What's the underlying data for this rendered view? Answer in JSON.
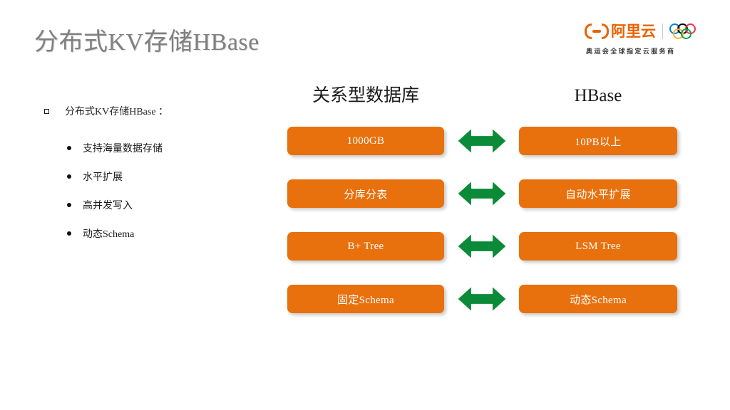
{
  "slide": {
    "title": "分布式KV存储HBase",
    "background_color": "#ffffff",
    "title_color": "#808080"
  },
  "brand": {
    "logo_icon": "alibaba-cloud-logo-icon",
    "name_cn": "阿里云",
    "rings_icon": "olympic-rings-icon",
    "tagline": "奥运会全球指定云服务商",
    "brand_color": "#eb6100"
  },
  "bullets": {
    "lead": {
      "marker": "hollow-square",
      "text": "分布式KV存储HBase ："
    },
    "items": [
      {
        "marker": "filled-circle",
        "text": "支持海量数据存储"
      },
      {
        "marker": "filled-circle",
        "text": "水平扩展"
      },
      {
        "marker": "filled-circle",
        "text": "高并发写入"
      },
      {
        "marker": "filled-circle",
        "text": "动态Schema"
      }
    ]
  },
  "comparison": {
    "headers": {
      "left": "关系型数据库",
      "right": "HBase"
    },
    "arrow_icon": "double-headed-arrow-icon",
    "pill_color": "#e8700d",
    "arrow_color": "#0b8a38",
    "rows": [
      {
        "left": "1000GB",
        "right": "10PB以上"
      },
      {
        "left": "分库分表",
        "right": "自动水平扩展"
      },
      {
        "left": "B+ Tree",
        "right": "LSM Tree"
      },
      {
        "left": "固定Schema",
        "right": "动态Schema"
      }
    ]
  }
}
